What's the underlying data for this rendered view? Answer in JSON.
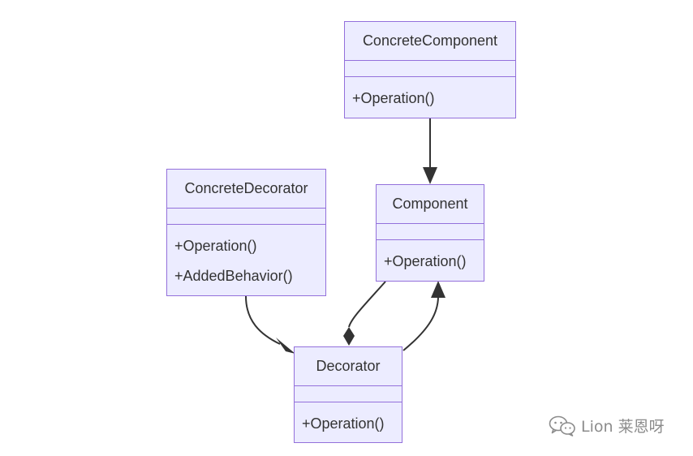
{
  "classes": {
    "concrete_component": {
      "name": "ConcreteComponent",
      "methods": [
        "+Operation()"
      ]
    },
    "component": {
      "name": "Component",
      "methods": [
        "+Operation()"
      ]
    },
    "concrete_decorator": {
      "name": "ConcreteDecorator",
      "methods": [
        "+Operation()",
        "+AddedBehavior()"
      ]
    },
    "decorator": {
      "name": "Decorator",
      "methods": [
        "+Operation()"
      ]
    }
  },
  "watermark": {
    "text": "Lion 莱恩呀",
    "icon": "wechat-icon"
  },
  "colors": {
    "node_fill": "#ECECFF",
    "node_border": "#9370DB",
    "edge": "#333333",
    "text": "#333333",
    "watermark": "#8c8c8c"
  }
}
